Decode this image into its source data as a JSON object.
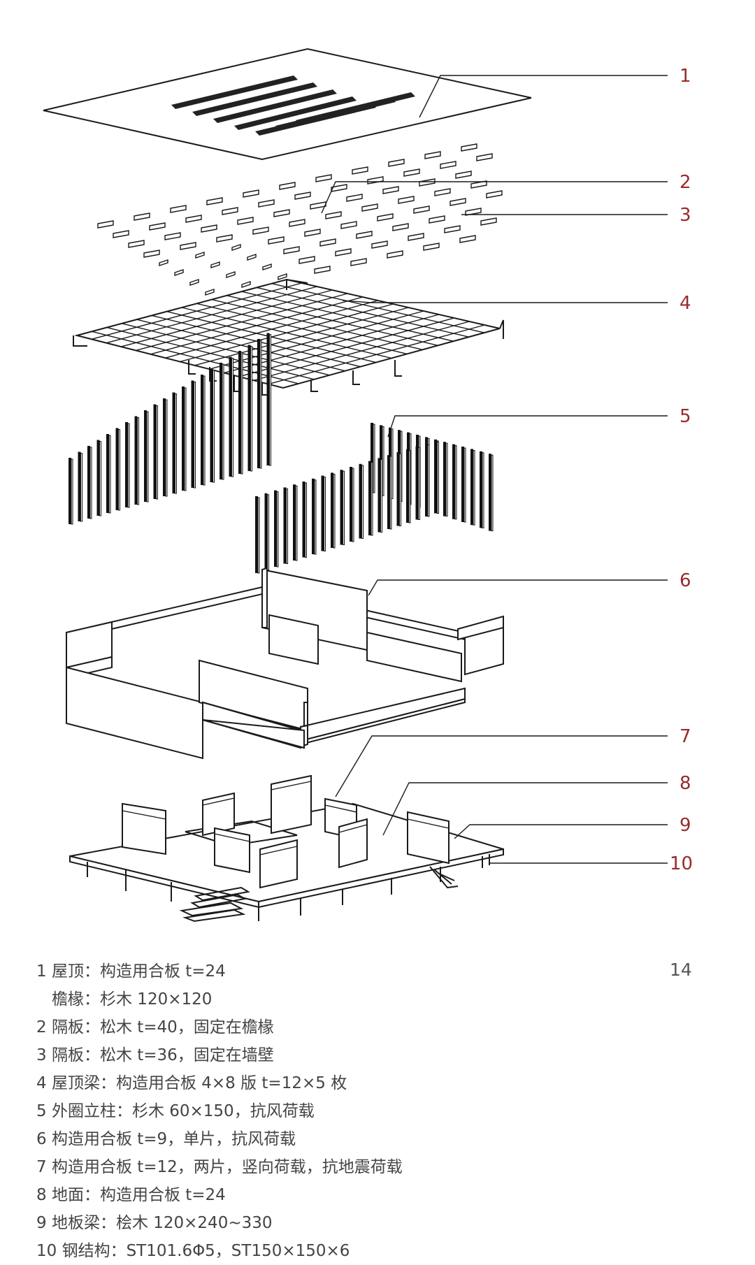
{
  "callouts": [
    "1",
    "2",
    "3",
    "4",
    "5",
    "6",
    "7",
    "8",
    "9",
    "10"
  ],
  "page_number": "14",
  "legend": [
    "1 屋顶：构造用合板 t=24",
    "檐椽：杉木 120×120",
    "2 隔板：松木 t=40，固定在檐椽",
    "3 隔板：松木 t=36，固定在墙壁",
    "4 屋顶梁：构造用合板 4×8 版 t=12×5 枚",
    "5 外圈立柱：杉木 60×150，抗风荷载",
    "6 构造用合板 t=9，单片，抗风荷载",
    "7 构造用合板 t=12，两片，竖向荷载，抗地震荷载",
    "8 地面：构造用合板 t=24",
    "9 地板梁：桧木 120×240~330",
    "10 钢结构：ST101.6Φ5，ST150×150×6"
  ]
}
